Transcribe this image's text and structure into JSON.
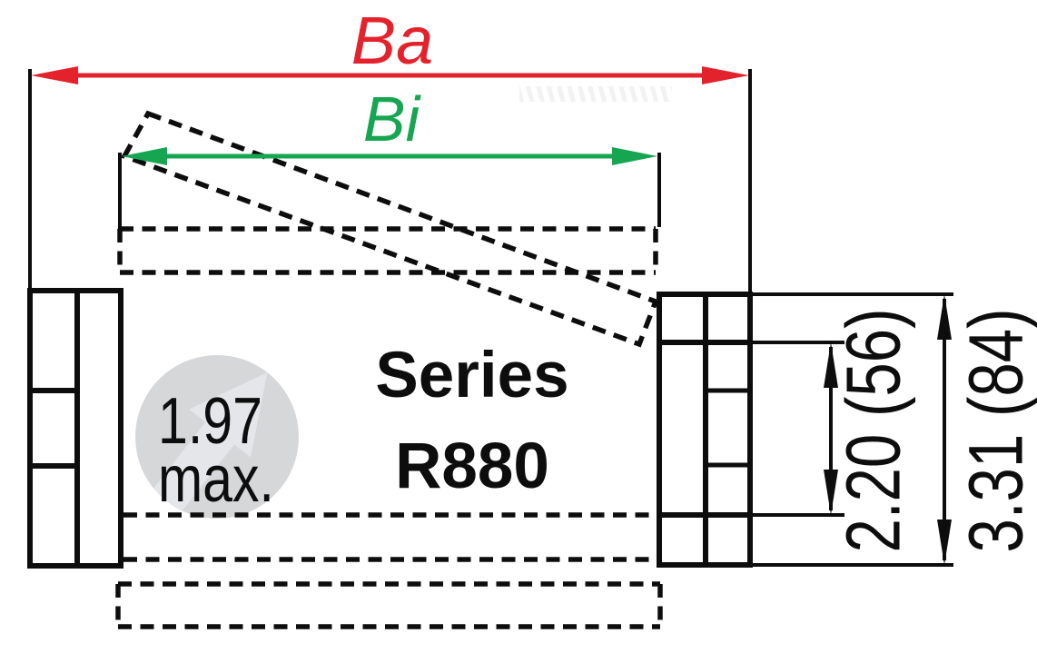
{
  "diagram": {
    "labels": {
      "outer_width": "Ba",
      "inner_width": "Bi",
      "series_line1": "Series",
      "series_line2": "R880",
      "pitch_value": "1.97",
      "pitch_suffix": "max.",
      "inner_height": "2.20 (56)",
      "overall_height": "3.31 (84)"
    },
    "colors": {
      "arrow_red": "#e4222c",
      "arrow_green": "#16a551",
      "line_color": "#0d0d0d",
      "circle_fill": "#d6d7d9",
      "circle_arrow_fill": "#e4e6e9"
    }
  }
}
